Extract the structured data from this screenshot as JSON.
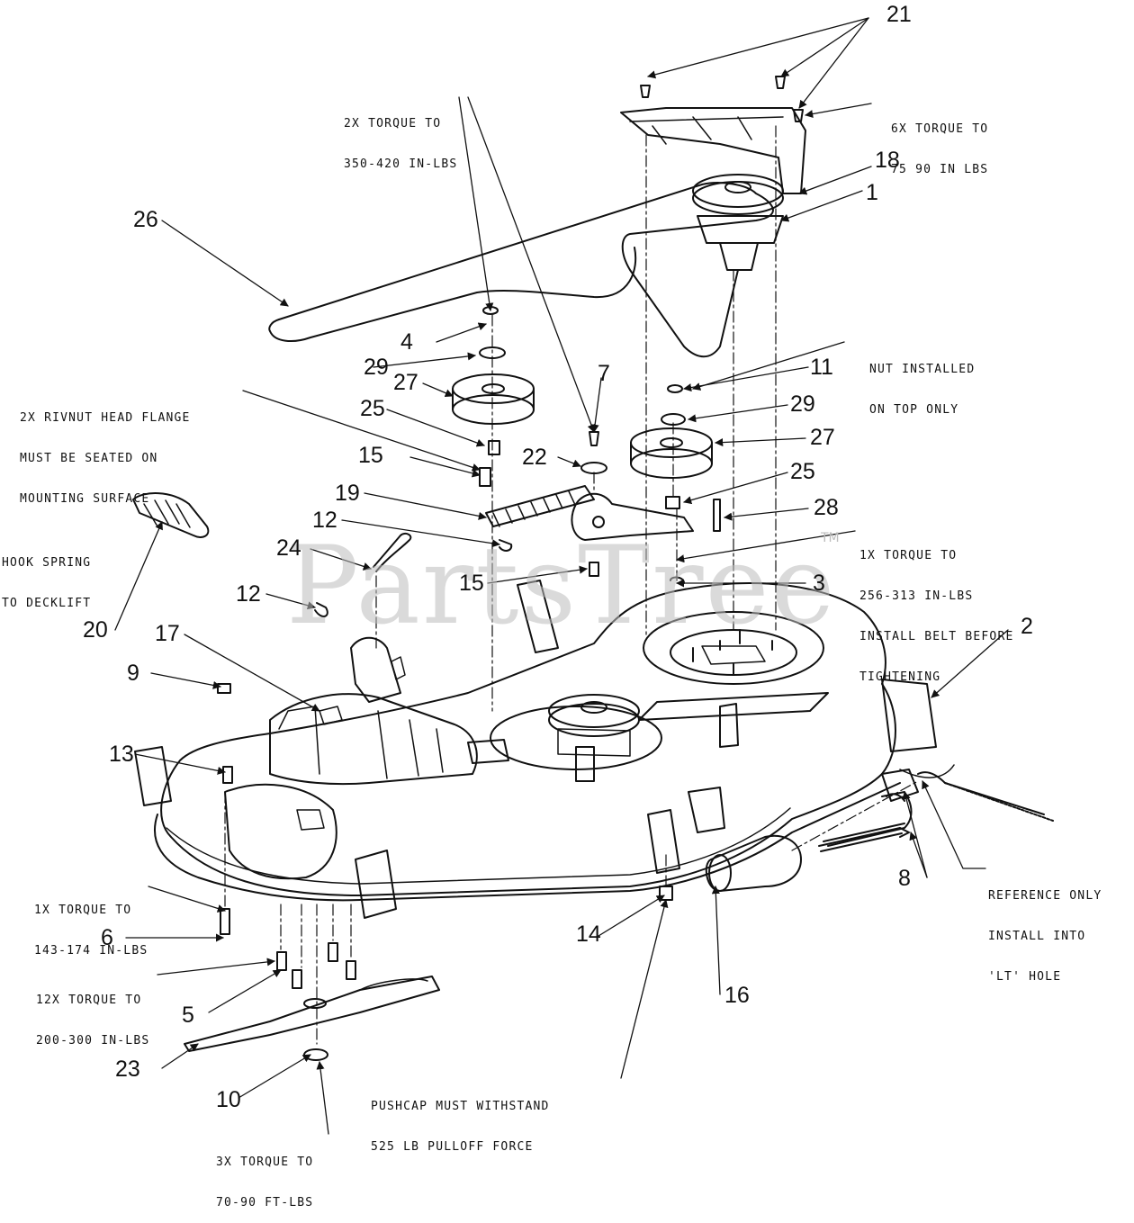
{
  "watermark": {
    "text": "PartsTree",
    "trademark": "TM"
  },
  "callouts": [
    {
      "id": "c21",
      "label": "21"
    },
    {
      "id": "c18",
      "label": "18"
    },
    {
      "id": "c1",
      "label": "1"
    },
    {
      "id": "c26",
      "label": "26"
    },
    {
      "id": "c4",
      "label": "4"
    },
    {
      "id": "c29a",
      "label": "29"
    },
    {
      "id": "c27a",
      "label": "27"
    },
    {
      "id": "c25a",
      "label": "25"
    },
    {
      "id": "c7",
      "label": "7"
    },
    {
      "id": "c11",
      "label": "11"
    },
    {
      "id": "c29b",
      "label": "29"
    },
    {
      "id": "c27b",
      "label": "27"
    },
    {
      "id": "c22",
      "label": "22"
    },
    {
      "id": "c15a",
      "label": "15"
    },
    {
      "id": "c25b",
      "label": "25"
    },
    {
      "id": "c19",
      "label": "19"
    },
    {
      "id": "c28",
      "label": "28"
    },
    {
      "id": "c12a",
      "label": "12"
    },
    {
      "id": "c24",
      "label": "24"
    },
    {
      "id": "c15b",
      "label": "15"
    },
    {
      "id": "c3",
      "label": "3"
    },
    {
      "id": "c12b",
      "label": "12"
    },
    {
      "id": "c20",
      "label": "20"
    },
    {
      "id": "c17",
      "label": "17"
    },
    {
      "id": "c2",
      "label": "2"
    },
    {
      "id": "c9",
      "label": "9"
    },
    {
      "id": "c13",
      "label": "13"
    },
    {
      "id": "c8",
      "label": "8"
    },
    {
      "id": "c6",
      "label": "6"
    },
    {
      "id": "c14",
      "label": "14"
    },
    {
      "id": "c16",
      "label": "16"
    },
    {
      "id": "c5",
      "label": "5"
    },
    {
      "id": "c23",
      "label": "23"
    },
    {
      "id": "c10",
      "label": "10"
    }
  ],
  "notes": [
    {
      "id": "n1",
      "lines": [
        "2X TORQUE TO",
        "350-420 IN-LBS"
      ]
    },
    {
      "id": "n2",
      "lines": [
        "6X TORQUE TO",
        "75 90 IN LBS"
      ]
    },
    {
      "id": "n3",
      "lines": [
        "NUT INSTALLED",
        "ON TOP ONLY"
      ]
    },
    {
      "id": "n4",
      "lines": [
        "2X RIVNUT HEAD FLANGE",
        "MUST BE SEATED ON",
        "MOUNTING SURFACE"
      ]
    },
    {
      "id": "n5",
      "lines": [
        "1X TORQUE TO",
        "256-313 IN-LBS",
        "INSTALL BELT BEFORE",
        "TIGHTENING"
      ]
    },
    {
      "id": "n6",
      "lines": [
        "HOOK SPRING",
        "TO DECKLIFT"
      ]
    },
    {
      "id": "n7",
      "lines": [
        "REFERENCE ONLY",
        "INSTALL INTO",
        "'LT' HOLE"
      ]
    },
    {
      "id": "n8",
      "lines": [
        "1X TORQUE TO",
        "143-174 IN-LBS"
      ]
    },
    {
      "id": "n9",
      "lines": [
        "12X TORQUE TO",
        "200-300 IN-LBS"
      ]
    },
    {
      "id": "n10",
      "lines": [
        "PUSHCAP MUST WITHSTAND",
        "525 LB PULLOFF FORCE"
      ]
    },
    {
      "id": "n11",
      "lines": [
        "3X TORQUE TO",
        "70-90 FT-LBS"
      ]
    }
  ]
}
